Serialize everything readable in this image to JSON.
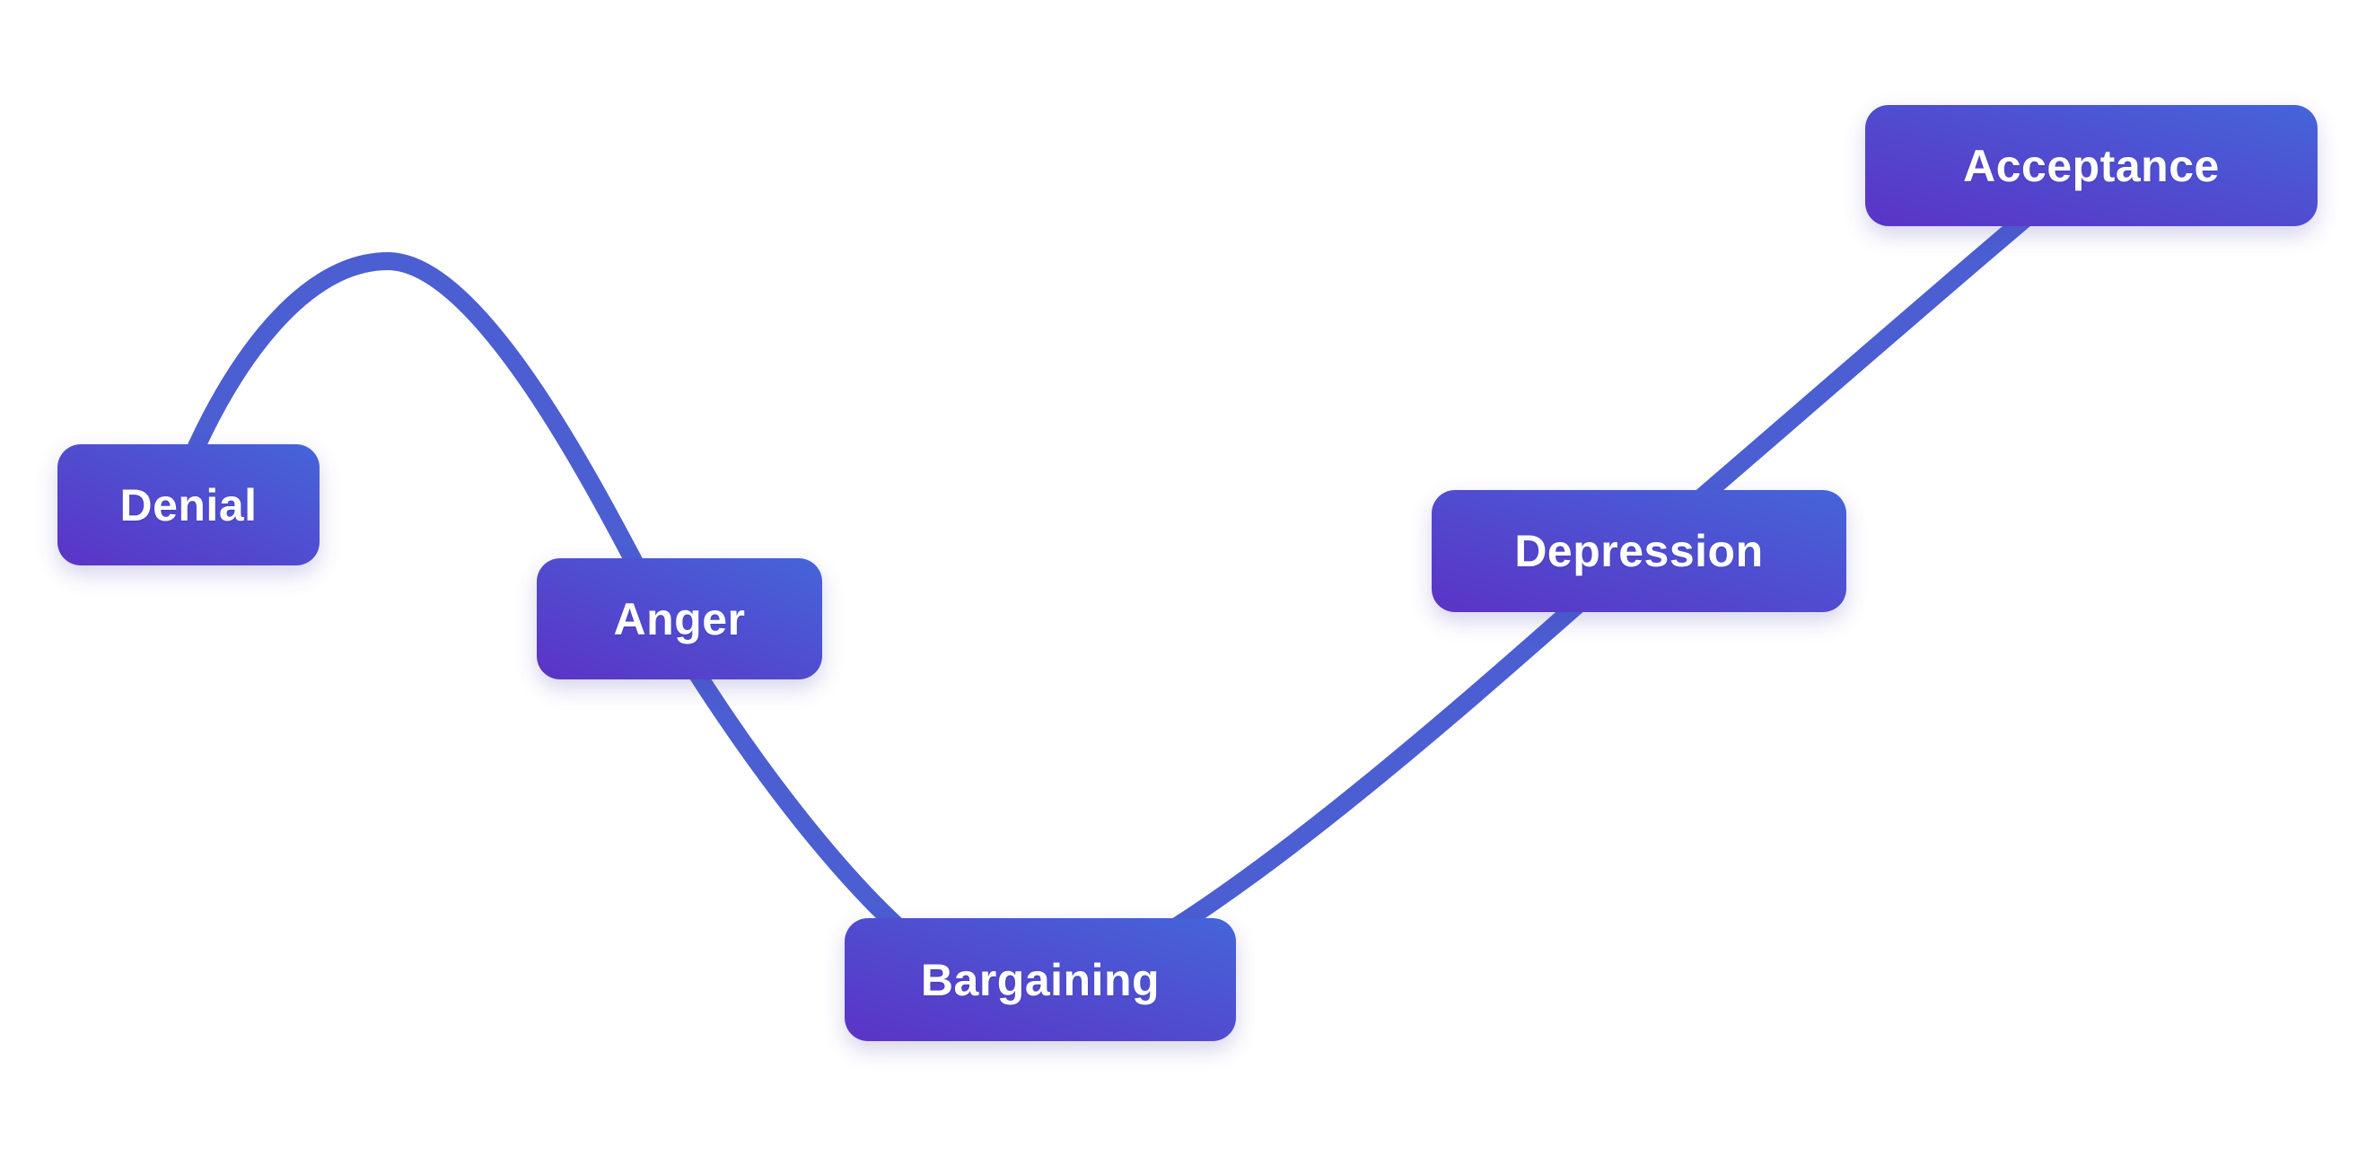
{
  "stages": [
    {
      "id": "denial",
      "label": "Denial"
    },
    {
      "id": "anger",
      "label": "Anger"
    },
    {
      "id": "bargaining",
      "label": "Bargaining"
    },
    {
      "id": "depression",
      "label": "Depression"
    },
    {
      "id": "acceptance",
      "label": "Acceptance"
    }
  ],
  "curve": {
    "description": "wave curve connecting the five stages: rises to a peak after Denial, falls through Anger to a valley at Bargaining, then climbs through Depression up to Acceptance"
  },
  "colors": {
    "gradient_start": "#5b33c6",
    "gradient_end": "#4565d9",
    "curve": "#4b5ed2",
    "background": "#ffffff",
    "text": "#ffffff"
  }
}
